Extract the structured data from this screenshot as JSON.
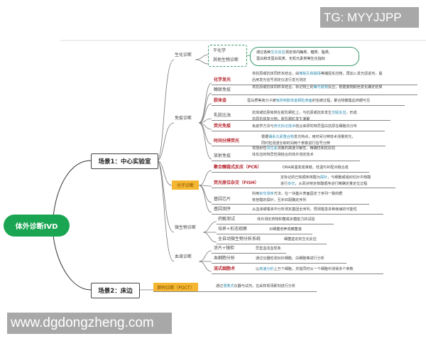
{
  "watermark_top": "TG: MYYJJPP",
  "watermark_bottom": "www.dgdongzheng.com",
  "root": "体外诊断IVD",
  "scene1": "场景1：中心实验室",
  "scene2": "场景2：床边",
  "biochem": {
    "label": "生化诊断",
    "items": [
      "干化学",
      "其他生物诊断"
    ],
    "desc_a": "通过各种",
    "desc_hl": "生化反应",
    "desc_b": "测定体内酶类、糖类、脂类、",
    "desc_line2": "蛋白和非蛋白氮类、无机元素类等生化指标"
  },
  "immuno": {
    "label": "免疫诊断",
    "items": [
      {
        "name": "化学发光",
        "key": true,
        "lines": [
          [
            "将抗原或抗体同样本结合，由",
            "微板孔和磁珠",
            "等捕捉反应物，再加入发光促进剂，最"
          ],
          [
            "后用发光信号测定仪进行发光测定",
            "",
            ""
          ]
        ]
      },
      {
        "name": "酶联免疫",
        "key": false,
        "lines": [
          [
            "将抗原或抗体同样本结合，标记物上的",
            "酶与底物",
            "反应，根据底物颜色变化确定结果"
          ]
        ]
      },
      {
        "name": "胶体金",
        "key": true,
        "lines": [
          [
            "蛋白质等高分子被",
            "吸附到胶体金颗粒表面",
            "的包被过程，聚合物聚集后肉眼可见"
          ]
        ]
      },
      {
        "name": "乳胶比浊",
        "key": false,
        "lines": [
          [
            "抗体或抗原吸附在胶乳颗粒上，与抗原或抗体发生",
            "交联反应",
            "，形成"
          ],
          [
            "抗原抗体复合物，胶乳颗粒发生凝聚",
            "",
            ""
          ]
        ]
      },
      {
        "name": "荧光免疫",
        "key": true,
        "lines": [
          [
            "免疫学方法与",
            "荧光标记技术",
            "结合来研究特异蛋白抗原在细胞内分布"
          ]
        ]
      },
      {
        "name": "时间分辨荧光",
        "key": true,
        "lines": [
          [
            "根据",
            "镧系元素螯合物",
            "发光特点，用时间分辨技术测量荧光，"
          ],
          [
            "同时检测波长和时间两个参数进行信号分辨",
            "",
            ""
          ]
        ]
      },
      {
        "name": "放射免疫",
        "key": false,
        "lines": [
          [
            "将放射性",
            "同位素",
            "测量的高度灵敏性、精确性和抗原抗"
          ],
          [
            "体反应的特异性相结合的体外测定技术",
            "",
            ""
          ]
        ]
      }
    ]
  },
  "molecular": {
    "label": "分子诊断",
    "items": [
      {
        "name": "聚合酶链式反应（PCR）",
        "key": true,
        "lines": [
          [
            "DNA高温变成单链，低温与补配对链合成",
            "",
            ""
          ]
        ]
      },
      {
        "name": "荧光原位杂交（FISH）",
        "key": true,
        "lines": [
          [
            "定标记的已知顺序核酸为",
            "探针",
            "，与细胞或组织切片中核酸"
          ],
          [
            "进行",
            "杂交",
            "，从而对特定核酸顺序进行精确定量定位过程"
          ]
        ]
      },
      {
        "name": "基因芯片",
        "key": false,
        "lines": [
          [
            "利用",
            "杂交测序",
            "方法，在一块基片表面固定了序列一致的靶"
          ],
          [
            "核苷酸的探针，互补匹配确定序列",
            "",
            ""
          ]
        ]
      },
      {
        "name": "基因测序",
        "key": false,
        "lines": [
          [
            "从血液或唾液中分析测定基因全序列，预测罹患多种疾病的可能性",
            "",
            ""
          ]
        ]
      }
    ]
  },
  "micro": {
    "label": "微生物诊断",
    "items": [
      {
        "name": "药敏测试",
        "desc": "体外测定药物抑菌或杀菌能力的试验"
      },
      {
        "name": "培养+形态观察",
        "desc": "对细菌培养观察菌落"
      },
      {
        "name": "全自动微生物分析系统",
        "desc": "细菌鉴定的生化反应"
      }
    ]
  },
  "blood": {
    "label": "血液诊断",
    "items": [
      {
        "name": "涂片+镜检",
        "key": false,
        "lines": [
          [
            "异型血溶血现象",
            "",
            ""
          ]
        ]
      },
      {
        "name": "血细胞分析",
        "key": false,
        "lines": [
          [
            "通过仪器检测对红细胞、白细胞等进行分析",
            "",
            ""
          ]
        ]
      },
      {
        "name": "流式细胞术",
        "key": true,
        "lines": [
          [
            "以",
            "高速分析",
            "上万个细胞，并能同时从一个细胞中测得多个参数"
          ]
        ]
      }
    ]
  },
  "poct": {
    "label": "即时诊断（POCT）",
    "desc_a": "通过",
    "desc_hl": "便携式",
    "desc_b": "仪器与试剂，在采样现场即刻进行分析"
  },
  "colors": {
    "root": "#1aa552",
    "key": "#b5232b",
    "highlight": "#2a8bb0",
    "tag": "#f5b731"
  }
}
